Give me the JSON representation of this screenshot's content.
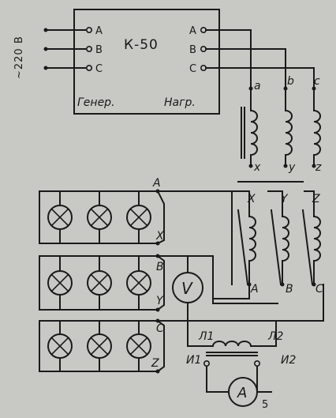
{
  "supply": {
    "voltage_label": "~220 В"
  },
  "k50": {
    "title": "К-50",
    "gen_label": "Генер.",
    "load_label": "Нагр.",
    "gen_terminals": [
      "А",
      "В",
      "С"
    ],
    "load_terminals": [
      "А",
      "В",
      "С"
    ]
  },
  "upper_transformer": {
    "top_labels": [
      "a",
      "b",
      "c"
    ],
    "bottom_labels": [
      "x",
      "y",
      "z"
    ]
  },
  "lamp_bank": {
    "right_labels": [
      "A",
      "X",
      "B",
      "Y",
      "C",
      "Z"
    ]
  },
  "lower_transformer": {
    "top_labels": [
      "X",
      "Y",
      "Z"
    ],
    "bottom_labels": [
      "A",
      "B",
      "C"
    ]
  },
  "voltmeter": {
    "symbol": "V"
  },
  "current_transformer": {
    "primary_left": "Л1",
    "primary_right": "Л2",
    "secondary_left": "И1",
    "secondary_right": "И2"
  },
  "ammeter": {
    "symbol": "A",
    "number": "5"
  }
}
